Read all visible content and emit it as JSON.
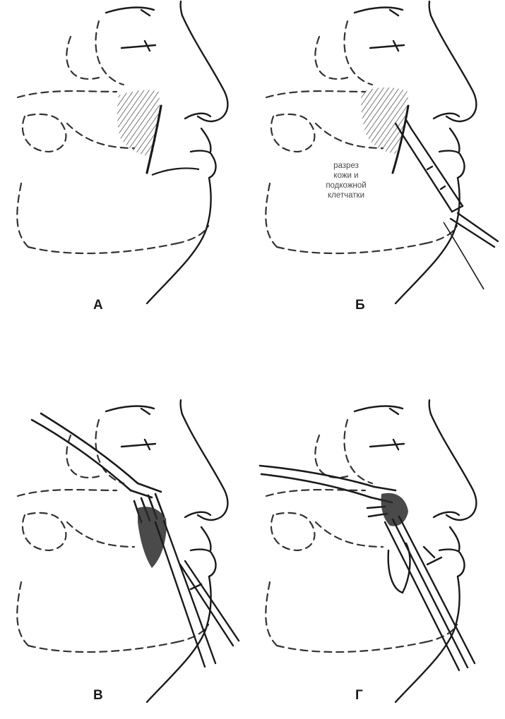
{
  "panels": [
    {
      "label": "А"
    },
    {
      "label": "Б",
      "annotation": [
        "разрез",
        "кожи и",
        "подкожной",
        "клетчатки"
      ]
    },
    {
      "label": "В"
    },
    {
      "label": "Г"
    }
  ],
  "colors": {
    "ink": "#1a1a1a",
    "dashed": "#333333",
    "hatch": "#555555",
    "annotation": "#4a4a4a"
  }
}
